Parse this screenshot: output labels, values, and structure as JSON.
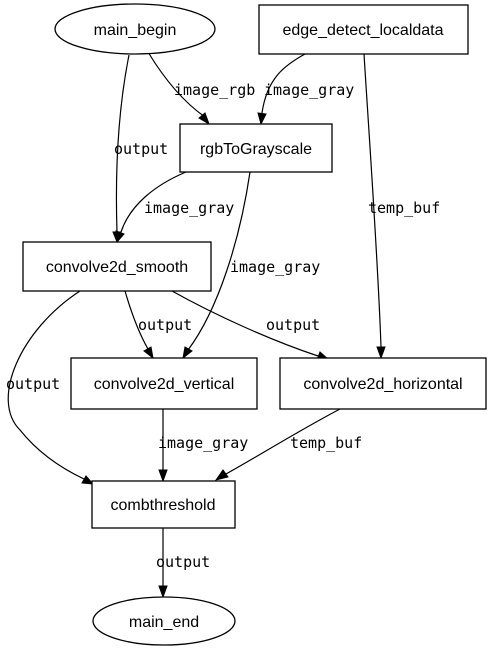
{
  "nodes": {
    "main_begin": "main_begin",
    "edge_detect_localdata": "edge_detect_localdata",
    "rgbToGrayscale": "rgbToGrayscale",
    "convolve2d_smooth": "convolve2d_smooth",
    "convolve2d_vertical": "convolve2d_vertical",
    "convolve2d_horizontal": "convolve2d_horizontal",
    "combthreshold": "combthreshold",
    "main_end": "main_end"
  },
  "edges": {
    "begin_to_rgb": "image_rgb",
    "begin_to_smooth": "output",
    "local_to_rgb": "image_gray",
    "local_to_horizontal": "temp_buf",
    "rgb_to_smooth": "image_gray",
    "rgb_to_vertical": "image_gray",
    "smooth_to_vertical": "output",
    "smooth_to_horizontal": "output",
    "smooth_to_comb": "output",
    "vertical_to_comb": "image_gray",
    "horizontal_to_comb": "temp_buf",
    "comb_to_end": "output"
  }
}
